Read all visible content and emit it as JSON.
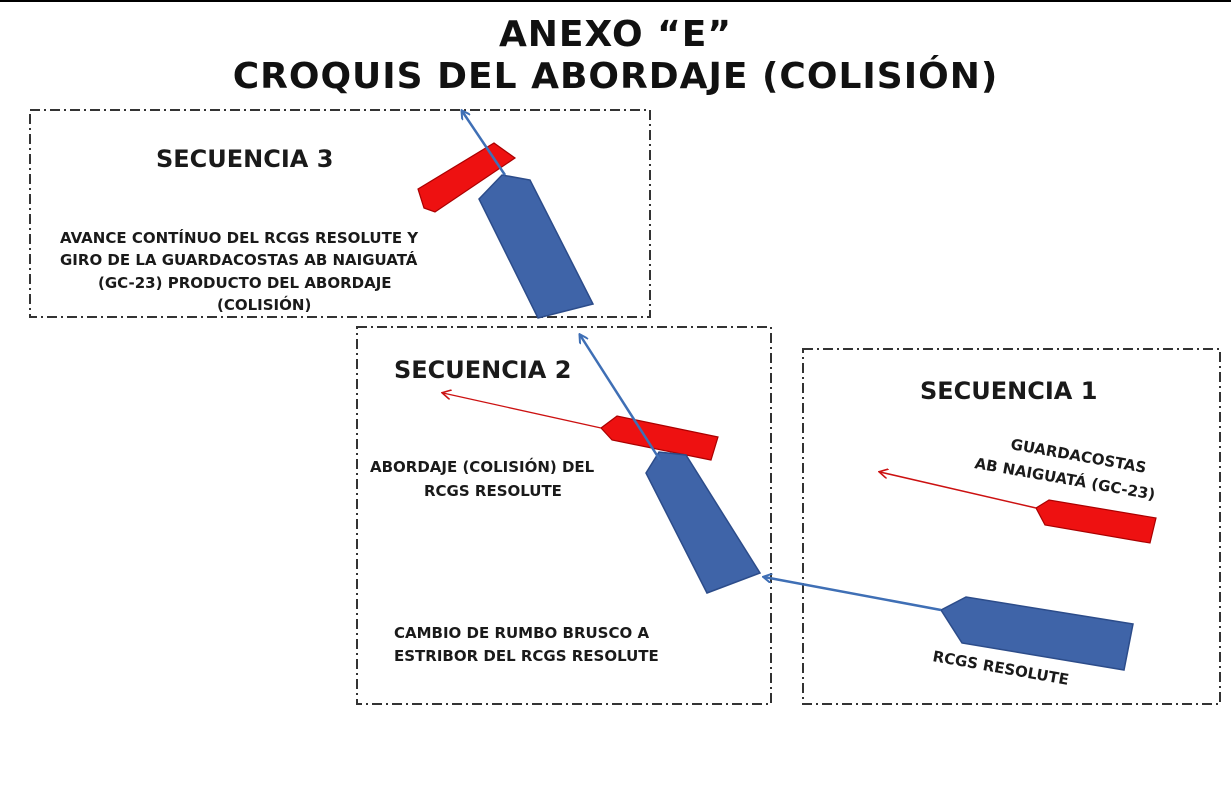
{
  "title": {
    "line1": "ANEXO “E”",
    "line2": "CROQUIS DEL ABORDAJE (COLISIÓN)"
  },
  "sequences": {
    "seq3": {
      "heading": "SECUENCIA 3",
      "note": [
        "AVANCE CONTÍNUO DEL RCGS RESOLUTE Y",
        "GIRO DE LA GUARDACOSTAS AB NAIGUATÁ",
        "(GC-23) PRODUCTO DEL ABORDAJE",
        "(COLISIÓN)"
      ]
    },
    "seq2": {
      "heading": "SECUENCIA 2",
      "note_collision": [
        "ABORDAJE (COLISIÓN) DEL",
        "RCGS RESOLUTE"
      ],
      "note_course": [
        "CAMBIO DE RUMBO BRUSCO A",
        "ESTRIBOR DEL RCGS RESOLUTE"
      ]
    },
    "seq1": {
      "heading": "SECUENCIA 1",
      "coastguard_label": [
        "GUARDACOSTAS",
        "AB NAIGUATÁ (GC-23)"
      ],
      "resolute_label": "RCGS RESOLUTE"
    }
  },
  "colors": {
    "resolute": "#3f64a8",
    "coastguard": "#ee1111",
    "track_blue": "#3f6fb5",
    "track_red": "#cc1111",
    "frame": "#333333"
  },
  "icons": [
    "ship-resolute-icon",
    "ship-coastguard-icon",
    "course-arrow-icon"
  ]
}
